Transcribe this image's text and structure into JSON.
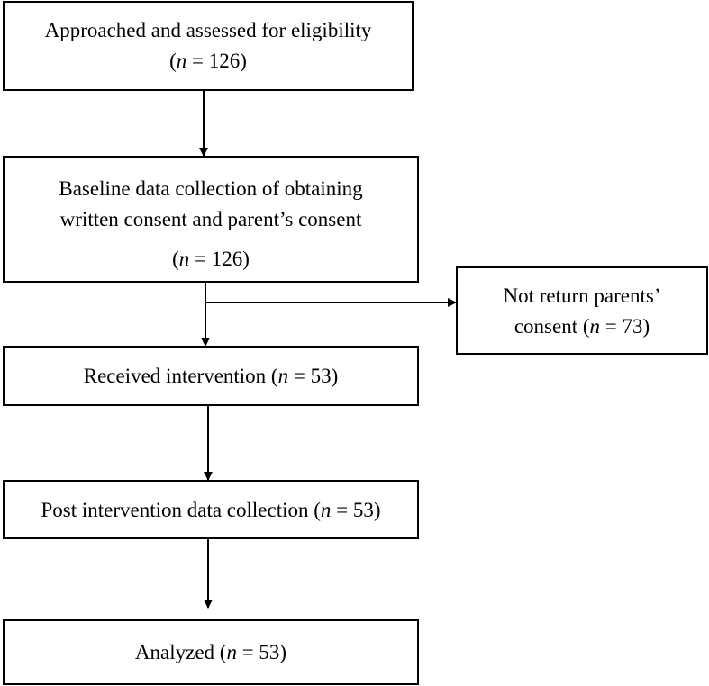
{
  "diagram": {
    "boxes": {
      "approached": {
        "line1": "Approached and assessed for eligibility",
        "n_prefix": "(",
        "n_var": "n",
        "n_suffix": " = 126)"
      },
      "baseline": {
        "line1": "Baseline data collection of obtaining",
        "line2": "written consent and parent’s consent",
        "n_prefix": "(",
        "n_var": "n",
        "n_suffix": " = 126)"
      },
      "not_return": {
        "line1": "Not return parents’",
        "line2_prefix": "consent (",
        "n_var": "n",
        "n_suffix": " = 73)"
      },
      "received": {
        "text_prefix": "Received intervention (",
        "n_var": "n",
        "n_suffix": " = 53)"
      },
      "post": {
        "text_prefix": "Post intervention data collection (",
        "n_var": "n",
        "n_suffix": " = 53)"
      },
      "analyzed": {
        "text_prefix": "Analyzed (",
        "n_var": "n",
        "n_suffix": " = 53)"
      }
    },
    "colors": {
      "line": "#000000",
      "box_fill": "#ffffff",
      "text": "#000000"
    }
  }
}
